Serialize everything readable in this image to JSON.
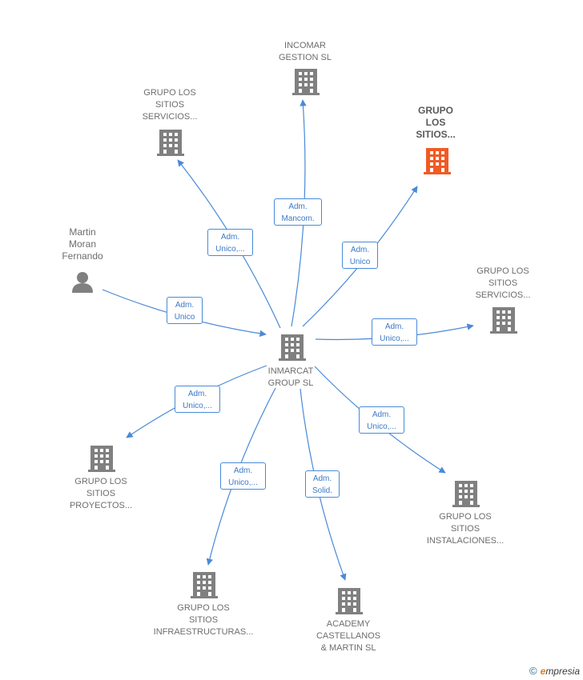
{
  "nodes": {
    "incomar": {
      "label": "INCOMAR\nGESTION  SL",
      "color": "#808080"
    },
    "servicios_top": {
      "label": "GRUPO LOS\nSITIOS\nSERVICIOS...",
      "color": "#808080"
    },
    "sitios_focus": {
      "label": "GRUPO\nLOS\nSITIOS...",
      "color": "#f15a24"
    },
    "martin": {
      "label": "Martin\nMoran\nFernando",
      "color": "#808080"
    },
    "servicios_right": {
      "label": "GRUPO LOS\nSITIOS\nSERVICIOS...",
      "color": "#808080"
    },
    "inmarcat": {
      "label": "INMARCAT\nGROUP  SL",
      "color": "#808080"
    },
    "proyectos": {
      "label": "GRUPO LOS\nSITIOS\nPROYECTOS...",
      "color": "#808080"
    },
    "instalaciones": {
      "label": "GRUPO LOS\nSITIOS\nINSTALACIONES...",
      "color": "#808080"
    },
    "infraestructuras": {
      "label": "GRUPO LOS\nSITIOS\nINFRAESTRUCTURAS...",
      "color": "#808080"
    },
    "academy": {
      "label": "ACADEMY\nCASTELLANOS\n& MARTIN  SL",
      "color": "#808080"
    }
  },
  "edges": {
    "to_incomar": "Adm.\nMancom.",
    "to_servicios_top": "Adm.\nUnico,...",
    "to_sitios_focus": "Adm.\nUnico",
    "from_martin": "Adm.\nUnico",
    "to_servicios_right": "Adm.\nUnico,...",
    "to_proyectos": "Adm.\nUnico,...",
    "to_instalaciones": "Adm.\nUnico,...",
    "to_infraestructuras": "Adm.\nUnico,...",
    "to_academy": "Adm.\nSolid."
  },
  "style": {
    "edge_color": "#4a8ad8",
    "building_gray": "#808080",
    "focus_orange": "#f15a24"
  },
  "footer": {
    "copyright": "©",
    "brand_e": "e",
    "brand_rest": "mpresia"
  }
}
